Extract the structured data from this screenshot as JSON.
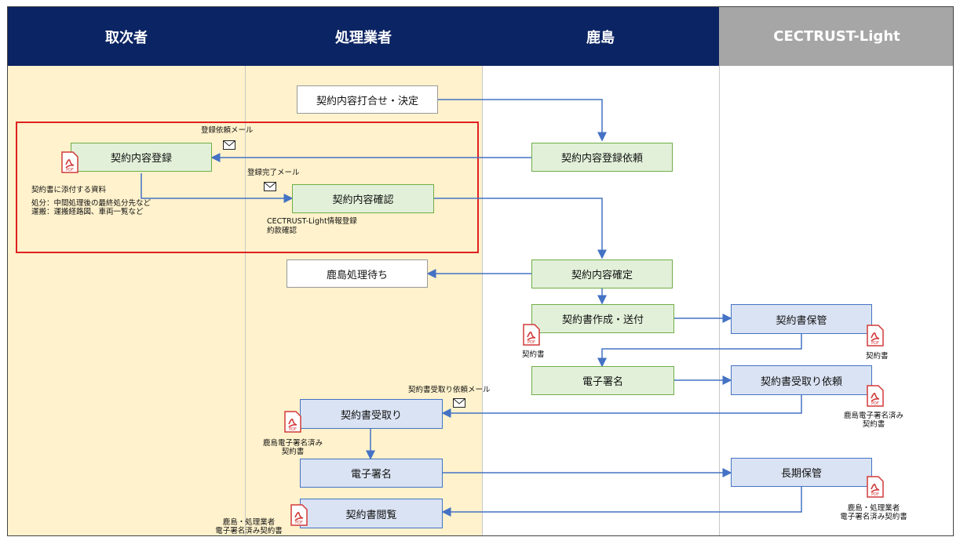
{
  "lanes": [
    {
      "name": "取次者"
    },
    {
      "name": "処理業者"
    },
    {
      "name": "鹿島"
    },
    {
      "name": "CECTRUST-Light"
    }
  ],
  "steps": {
    "negotiate": "契約内容打合せ・決定",
    "register_request": "契約内容登録依頼",
    "register": "契約内容登録",
    "confirm": "契約内容確認",
    "wait": "鹿島処理待ち",
    "finalize": "契約内容確定",
    "create_send": "契約書作成・送付",
    "store": "契約書保管",
    "kajima_sign": "電子署名",
    "receive_request": "契約書受取り依頼",
    "receive": "契約書受取り",
    "vendor_sign": "電子署名",
    "long_term": "長期保管",
    "view": "契約書閲覧"
  },
  "labels": {
    "mail_register_request": "登録依頼メール",
    "mail_register_done": "登録完了メール",
    "mail_receive_request": "契約書受取り依頼メール",
    "attach_title": "契約書に添付する資料",
    "attach_line1": "処分：中間処理後の最終処分先など",
    "attach_line2": "運搬：運搬経路図、車両一覧など",
    "confirm_note1": "CECTRUST-Light情報登録",
    "confirm_note2": "約款確認",
    "contract": "契約書",
    "contract_store": "契約書",
    "signed_kajima_1": "鹿島電子署名済み",
    "signed_kajima_2": "契約書",
    "signed_kajima_recv_1": "鹿島電子署名済み",
    "signed_kajima_recv_2": "契約書",
    "signed_both_1": "鹿島・処理業者",
    "signed_both_2": "電子署名済み契約書",
    "signed_both_view_1": "鹿島・処理業者",
    "signed_both_view_2": "電子署名済み契約書"
  },
  "icons": {
    "pdf_text": "PDF"
  },
  "colors": {
    "navy": "#0b2463",
    "gray": "#a6a6a6",
    "yellow_lane": "#fff2cc",
    "arrow": "#4472c4",
    "highlight": "#e02020"
  }
}
